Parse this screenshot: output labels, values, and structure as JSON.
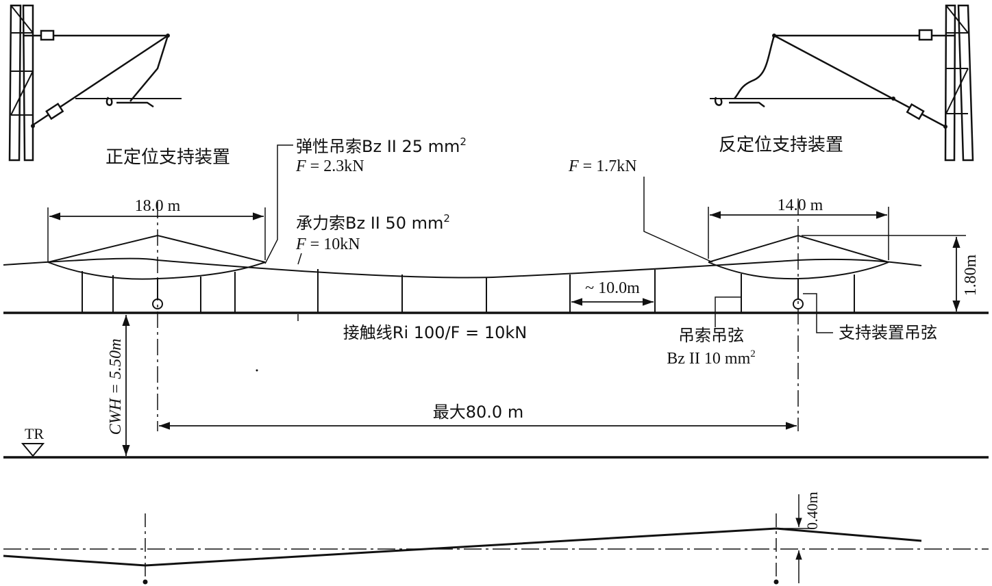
{
  "supports": {
    "left_label": "正定位支持装置",
    "right_label": "反定位支持装置"
  },
  "elastic_stitch": {
    "name": "弹性吊索Bz II 25 mm",
    "sup": "2",
    "force_left": "F",
    "force_right": " = 2.3kN",
    "force2_left": "F",
    "force2_right": " = 1.7kN"
  },
  "catenary": {
    "name": "承力索Bz II 50 mm",
    "sup": "2",
    "force_left": "F",
    "force_right": " = 10kN"
  },
  "contact_wire": {
    "label": "接触线Ri 100/F = 10kN"
  },
  "dimensions": {
    "left_stitch_span": "18.0 m",
    "right_stitch_span": "14.0 m",
    "dropper_spacing": "~ 10.0m",
    "system_height": "1.80m",
    "max_span": "最大80.0 m",
    "stagger": "0.40m",
    "cwh": "CWH = 5.50m"
  },
  "droppers": {
    "stitch_label": "吊索吊弦",
    "stitch_spec": "Bz II 10 mm",
    "stitch_sup": "2",
    "support_label": "支持装置吊弦"
  },
  "rail": {
    "label": "TR"
  },
  "colors": {
    "ink": "#111111",
    "paper": "#ffffff"
  }
}
